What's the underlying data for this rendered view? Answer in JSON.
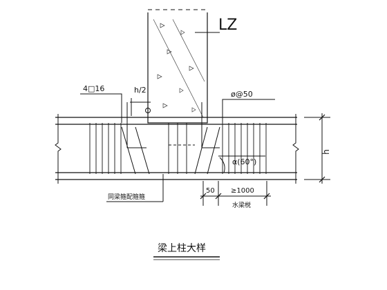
{
  "drawing": {
    "column_label": "LZ",
    "top_rebar_label": "4□16",
    "top_rebar_annotation": "4□16",
    "half_h_label": "h/2",
    "stirrup_label": "ø@50",
    "angle_label": "α(60°)",
    "beam_height_label": "h",
    "dim_50": "50",
    "dim_1000": "≥1000",
    "beam_note": "同梁箍配箍箍",
    "beam_sub_note": "水梁棁",
    "title": "梁上柱大样"
  }
}
